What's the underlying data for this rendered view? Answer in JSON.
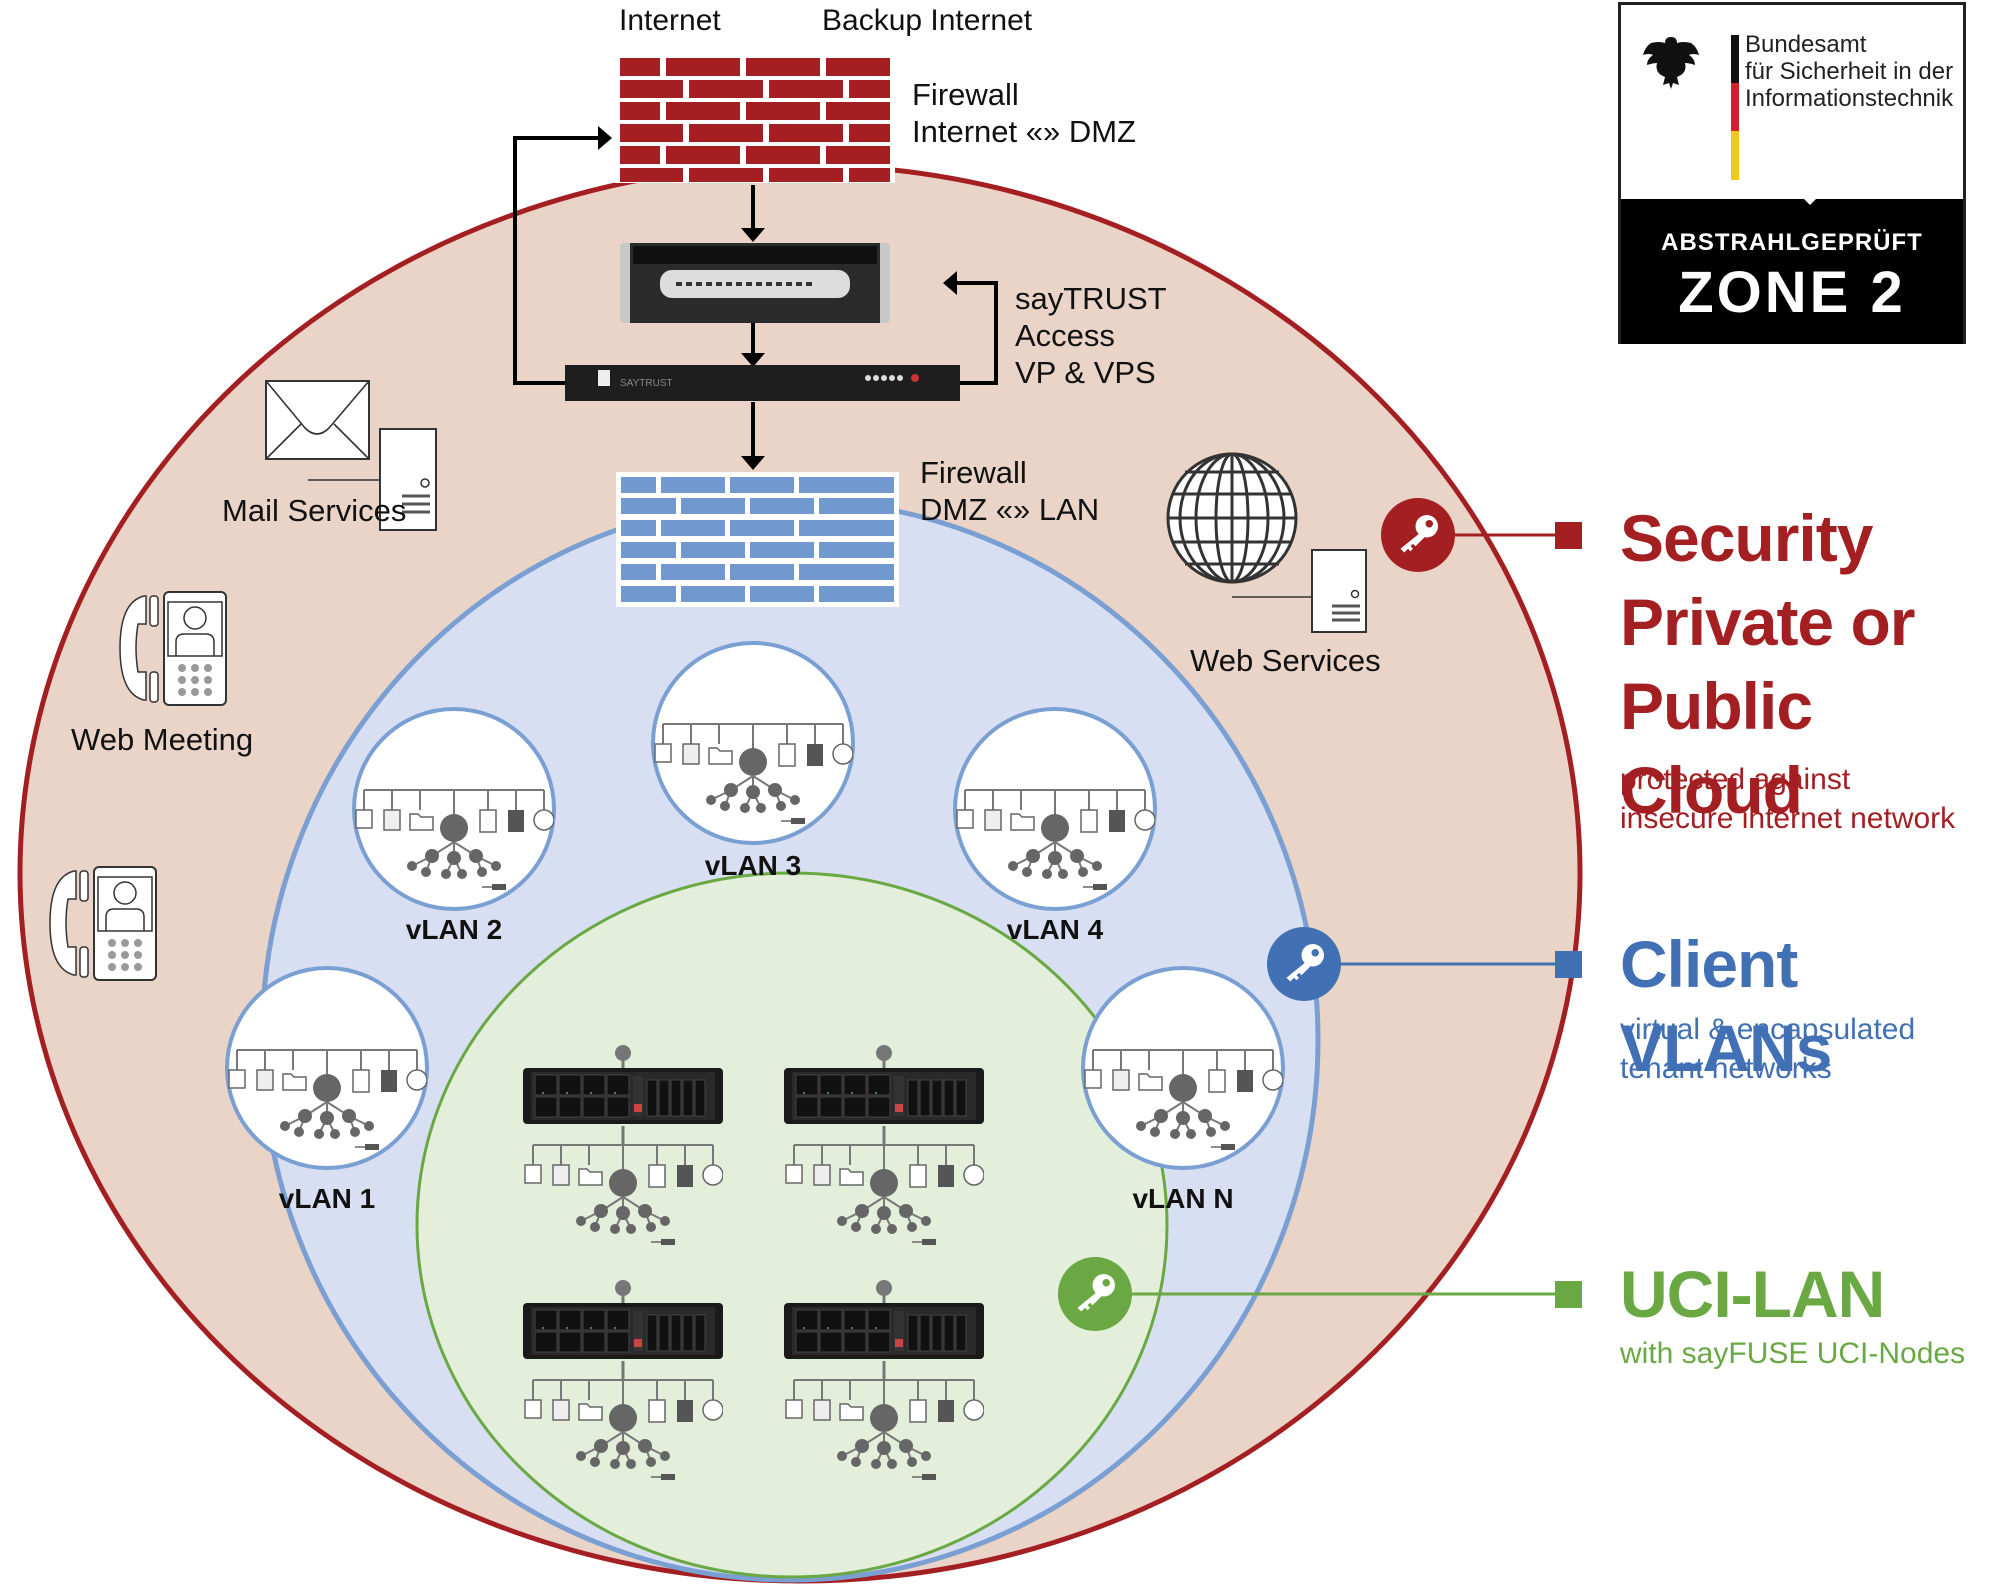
{
  "top_labels": {
    "internet": "Internet",
    "backup_internet": "Backup Internet"
  },
  "firewall_outer": {
    "line1": "Firewall",
    "line2": "Internet «» DMZ"
  },
  "saytrust": {
    "line1": "sayTRUST",
    "line2": "Access",
    "line3": "VP & VPS",
    "appliance_brand": "SAYTRUST"
  },
  "firewall_inner": {
    "line1": "Firewall",
    "line2": "DMZ «» LAN"
  },
  "services": {
    "mail": "Mail Services",
    "web": "Web Services",
    "web_meeting": "Web Meeting"
  },
  "vlans": [
    {
      "label": "vLAN 1"
    },
    {
      "label": "vLAN 2"
    },
    {
      "label": "vLAN 3"
    },
    {
      "label": "vLAN 4"
    },
    {
      "label": "vLAN N"
    }
  ],
  "uci_nodes_count": 4,
  "badge": {
    "org_line1": "Bundesamt",
    "org_line2": "für Sicherheit in der",
    "org_line3": "Informationstechnik",
    "certification": "ABSTRAHLGEPRÜFT",
    "zone": "ZONE 2"
  },
  "legend": [
    {
      "id": "security",
      "title_lines": [
        "Security",
        "Private or",
        "Public Cloud"
      ],
      "sub_lines": [
        "protected against",
        "insecure internet network"
      ],
      "color": "#a31f22",
      "icon": "key-icon"
    },
    {
      "id": "client-vlans",
      "title_lines": [
        "Client VLANs"
      ],
      "sub_lines": [
        "virtual & encapsulated",
        "tenant networks"
      ],
      "color": "#4170b5",
      "icon": "key-icon"
    },
    {
      "id": "uci-lan",
      "title_lines": [
        "UCI-LAN"
      ],
      "sub_lines": [
        "with sayFUSE UCI-Nodes"
      ],
      "color": "#69a843",
      "icon": "key-icon"
    }
  ],
  "colors": {
    "outer_fill": "#ead4c8",
    "outer_stroke": "#a31f22",
    "vlan_fill": "#d9dff2",
    "vlan_stroke": "#7a9fd2",
    "uci_fill": "#e3eedb",
    "uci_stroke": "#69a843",
    "firewall_red": "#a31f22",
    "firewall_blue": "#7199cf"
  }
}
